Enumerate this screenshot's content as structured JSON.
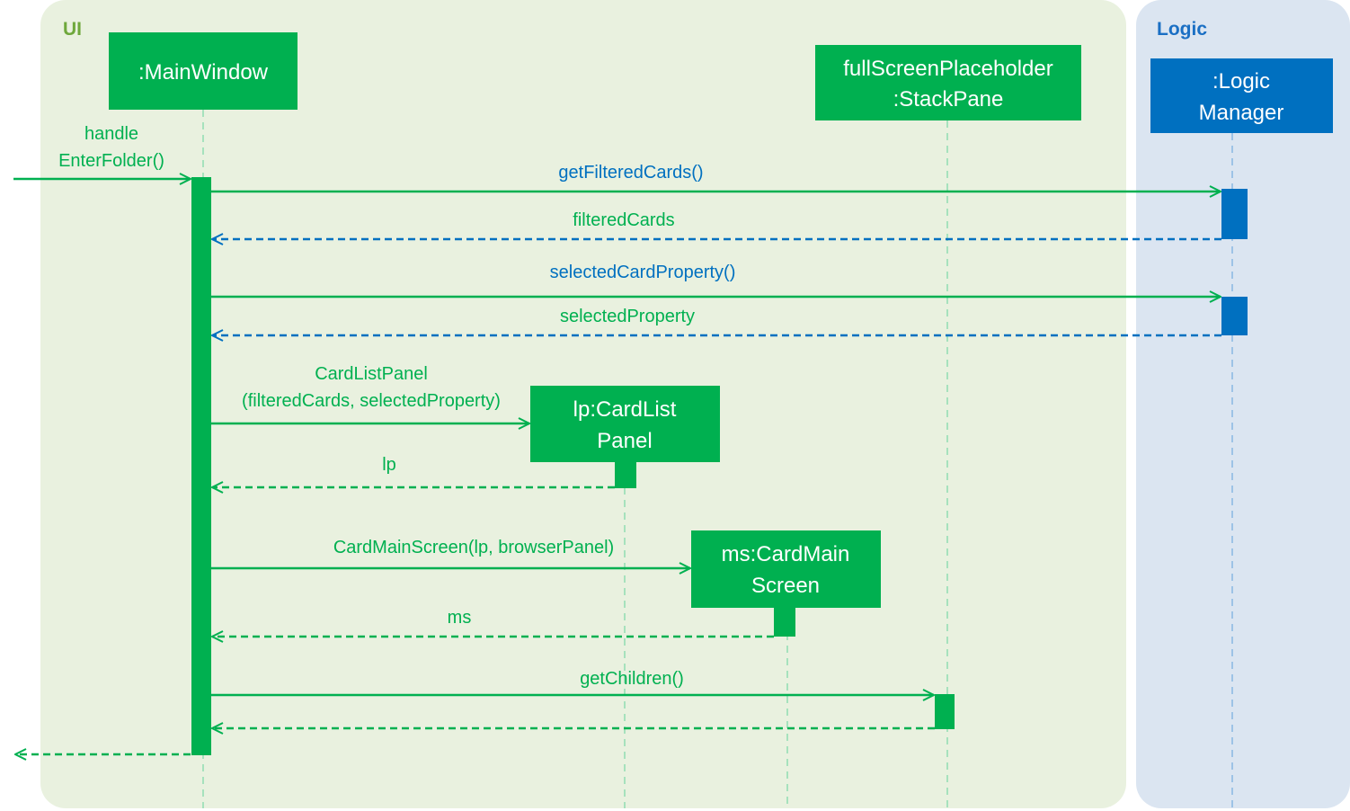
{
  "zones": {
    "ui": {
      "label": "UI",
      "color": "#e9f1df",
      "label_color": "#6fa83c"
    },
    "logic": {
      "label": "Logic",
      "color": "#dbe5f1",
      "label_color": "#1a6fc4"
    }
  },
  "colors": {
    "ui_green": "#00b050",
    "lifeline_green": "#a6e2bd",
    "logic_blue": "#0070c0",
    "lifeline_blue": "#9dc3e6"
  },
  "participants": {
    "main_window": {
      "line1": ":MainWindow"
    },
    "full_screen": {
      "line1": "fullScreenPlaceholder",
      "line2": ":StackPane"
    },
    "logic_manager": {
      "line1": ":Logic",
      "line2": "Manager"
    },
    "card_list_panel": {
      "line1": "lp:CardList",
      "line2": "Panel"
    },
    "card_main_screen": {
      "line1": "ms:CardMain",
      "line2": "Screen"
    }
  },
  "messages": {
    "entry_line1": "handle",
    "entry_line2": "EnterFolder()",
    "get_filtered_cards": "getFilteredCards()",
    "filtered_cards_return": "filteredCards",
    "selected_card_property": "selectedCardProperty()",
    "selected_property_return": "selectedProperty",
    "card_list_panel_line1": "CardListPanel",
    "card_list_panel_line2": "(filteredCards, selectedProperty)",
    "lp_return": "lp",
    "card_main_screen_call": "CardMainScreen(lp, browserPanel)",
    "ms_return": "ms",
    "get_children": "getChildren()"
  }
}
